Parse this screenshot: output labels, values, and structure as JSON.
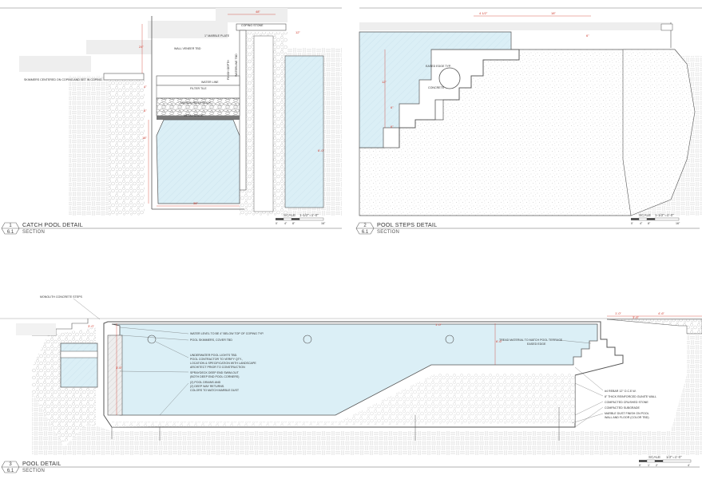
{
  "details": [
    {
      "number": "1",
      "sheet": "6.1",
      "title": "CATCH POOL DETAIL",
      "subtitle": "SECTION",
      "scale_label": "SCALE",
      "scale_value": "1-1/2\"=1'-0\"",
      "scale_ticks": [
        "0'",
        "4\"",
        "8\"",
        "16\""
      ],
      "notes": {
        "coping": "COPING STONE",
        "marble_plate": "1\" MARBLE PLATE",
        "wall_veneer": "WALL VENEER TBD",
        "skimmers": "SKIMMERS CENTERED ON COPING AND SET IN COPING",
        "filter_tile": "FILTER TILE",
        "water_line": "WATER LINE",
        "medium_river_rock": "MEDIUM RIVER ROCK",
        "metal_grate": "METAL GRATE",
        "finish_depth": "FINISH DEPTH",
        "waterline_note": "WATERLINE TBD"
      },
      "dims": [
        "48\"",
        "24\"",
        "18\"",
        "4\"",
        "6\"",
        "36\"",
        "12\"",
        "6'-0\""
      ]
    },
    {
      "number": "2",
      "sheet": "6.1",
      "title": "POOL STEPS DETAIL",
      "subtitle": "SECTION",
      "scale_label": "SCALE",
      "scale_value": "1-1/2\"=1'-0\"",
      "scale_ticks": [
        "0'",
        "4\"",
        "8\"",
        "16\""
      ],
      "notes": {
        "eased_edge": "EASED EDGE TYP.",
        "concrete": "CONCRETE"
      },
      "dims": [
        "4 1/2\"",
        "18\"",
        "12\"",
        "6\"",
        "6\"",
        "6\""
      ]
    },
    {
      "number": "3",
      "sheet": "6.1",
      "title": "POOL DETAIL",
      "subtitle": "SECTION",
      "scale_label": "SCALE",
      "scale_value": "1/2\"=1'-0\"",
      "scale_ticks": [
        "0'",
        "1'",
        "2'",
        "4'"
      ],
      "notes": {
        "monolith_steps": "MONOLITH CONCRETE STEPS",
        "water_level": "WATER LEVEL TO BE 4\" BELOW TOP OF COPING TYP.",
        "pool_skimmers": "POOL SKIMMERS, COVER TBD",
        "underwater_lights": "UNDERWATER POOL LIGHTS TBD. POOL CONTRACTOR TO VERIFY QTY., LOCATION & SPECIFICATION WITH LANDSCAPE ARCHITECT PRIOR TO CONSTRUCTION",
        "spray_deep": "SPRAYDECK DEEP END SWIM-OUT (BOTH DEEP END POOL CORNERS)",
        "drains": "(2) POOL DRAINS AND (2) DEEP WAY RETURNS. COLORS TO MATCH MARBLE DUST",
        "tread_material": "TREAD MATERIAL TO MATCH POOL TERRACE EASED EDGE",
        "rebar": "#4 REBAR 12\" O.C.E.W.",
        "gunite_wall": "8\" THICK REINFORCED GUNITE WALL",
        "crushed_stone": "COMPACTED CRUSHED STONE",
        "subgrade": "COMPACTED SUBGRADE",
        "marble_dust": "MARBLE DUST FINISH ON POOL WALL AND FLOOR (COLOR TBD)"
      },
      "dims": [
        "3'-6\"",
        "6'-6\"",
        "1'-0\"",
        "3'-6\"",
        "4'-6\"",
        "1'-0\"",
        "3'-0\""
      ]
    }
  ],
  "colors": {
    "water": "#dbeff6",
    "hatch": "#c9c9c9",
    "line": "#4a4a4a",
    "dimension": "#d0392b"
  }
}
